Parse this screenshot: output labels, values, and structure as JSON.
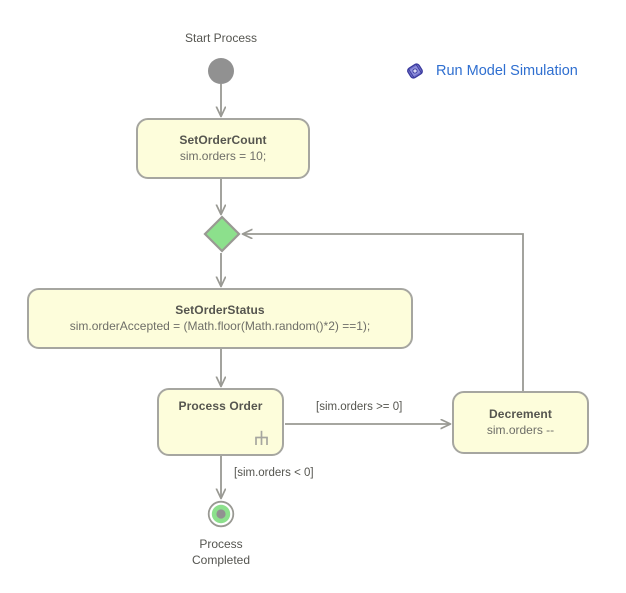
{
  "diagram": {
    "type": "uml-activity-diagram",
    "background_color": "#ffffff",
    "node_fill_color": "#fdfddb",
    "node_border_color": "#a6a6a0",
    "edge_color": "#999993",
    "accent_green": "#8ce08c",
    "link_color": "#2f6fd0"
  },
  "start": {
    "label": "Start Process",
    "icon": "initial-node-icon"
  },
  "actions": {
    "set_order_count": {
      "title": "SetOrderCount",
      "body": "sim.orders = 10;"
    },
    "set_order_status": {
      "title": "SetOrderStatus",
      "body": "sim.orderAccepted = (Math.floor(Math.random()*2) ==1);"
    },
    "process_order": {
      "title": "Process Order",
      "body": "",
      "marker": "rake-icon"
    },
    "decrement": {
      "title": "Decrement",
      "body": "sim.orders --"
    }
  },
  "merge": {
    "icon": "decision-diamond-icon"
  },
  "guards": {
    "orders_ge_zero": "[sim.orders >= 0]",
    "orders_lt_zero": "[sim.orders < 0]"
  },
  "final": {
    "label_line_1": "Process",
    "label_line_2": "Completed",
    "icon": "final-node-icon"
  },
  "toolbar": {
    "run_simulation_label": "Run Model Simulation",
    "run_simulation_icon": "run-simulation-icon"
  }
}
